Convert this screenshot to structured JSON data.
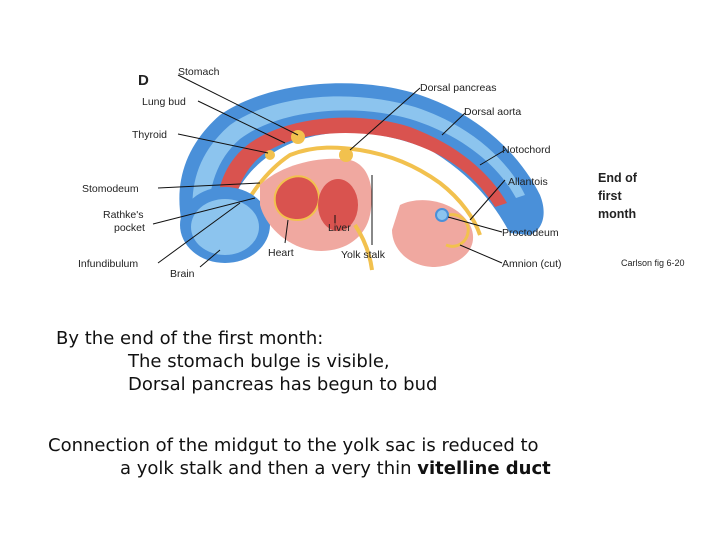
{
  "figure": {
    "panel_letter": "D",
    "labels": {
      "stomach": "Stomach",
      "lung_bud": "Lung bud",
      "thyroid": "Thyroid",
      "stomodeum": "Stomodeum",
      "rathkes_pocket_line1": "Rathke's",
      "rathkes_pocket_line2": "pocket",
      "infundibulum": "Infundibulum",
      "brain": "Brain",
      "heart": "Heart",
      "liver": "Liver",
      "yolk_stalk": "Yolk stalk",
      "dorsal_pancreas": "Dorsal pancreas",
      "dorsal_aorta": "Dorsal aorta",
      "notochord": "Notochord",
      "allantois": "Allantois",
      "proctodeum": "Proctodeum",
      "amnion_cut": "Amnion (cut)"
    },
    "stage_label": [
      "End of",
      "first",
      "month"
    ],
    "colors": {
      "ectoderm_blue": "#4a90d9",
      "light_blue": "#8cc4ee",
      "mesoderm_red": "#d9534f",
      "endoderm_yellow": "#f2c14e",
      "pink": "#f0a8a0"
    }
  },
  "credit": "Carlson fig 6-20",
  "text": {
    "para1_line1": "By the end of the first month:",
    "para1_line2": "The stomach bulge is visible,",
    "para1_line3": "Dorsal pancreas has begun to bud",
    "para2_line1": "Connection of the midgut to the yolk sac is reduced to",
    "para2_line2_a": "a yolk stalk and then a very thin ",
    "para2_line2_b": "vitelline duct"
  }
}
